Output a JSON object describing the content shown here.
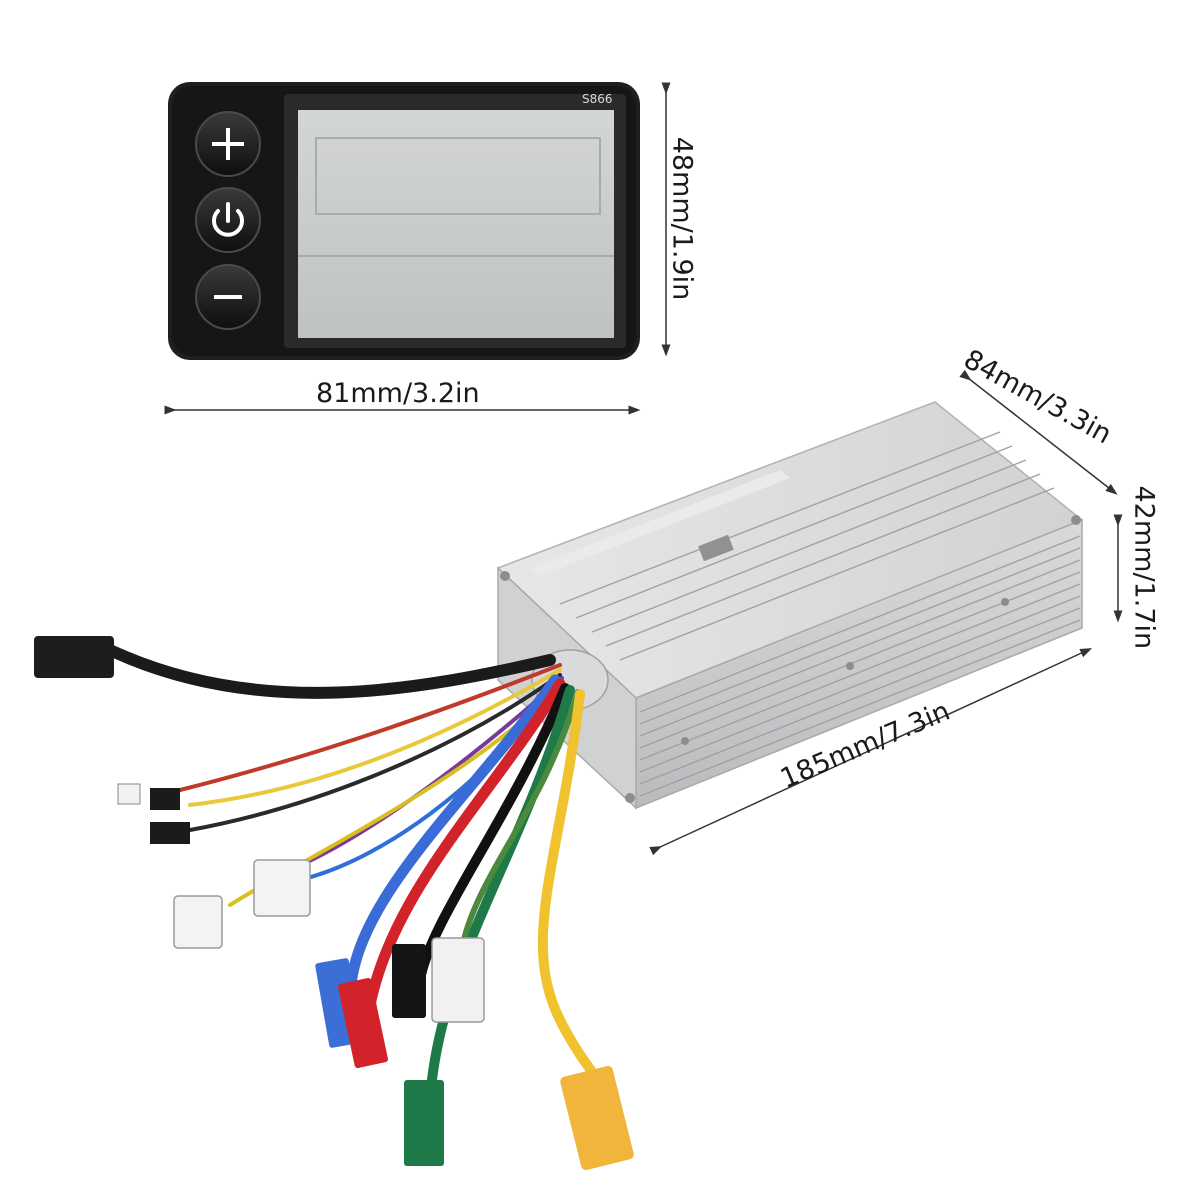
{
  "display": {
    "model_label": "S866"
  },
  "dimensions": {
    "display_height": "48mm/1.9in",
    "display_width": "81mm/3.2in",
    "controller_width": "84mm/3.3in",
    "controller_height": "42mm/1.7in",
    "controller_length": "185mm/7.3in"
  },
  "colors": {
    "display_body": "#1f1f1f",
    "lcd": "#c9cdc9",
    "controller_body": "#d7d8d9",
    "wire_red": "#d2232a",
    "wire_blue": "#3a6bd6",
    "wire_green": "#1f7a4a",
    "wire_yellow": "#f0c22e"
  },
  "icons": [
    "plus-icon",
    "power-icon",
    "minus-icon"
  ]
}
